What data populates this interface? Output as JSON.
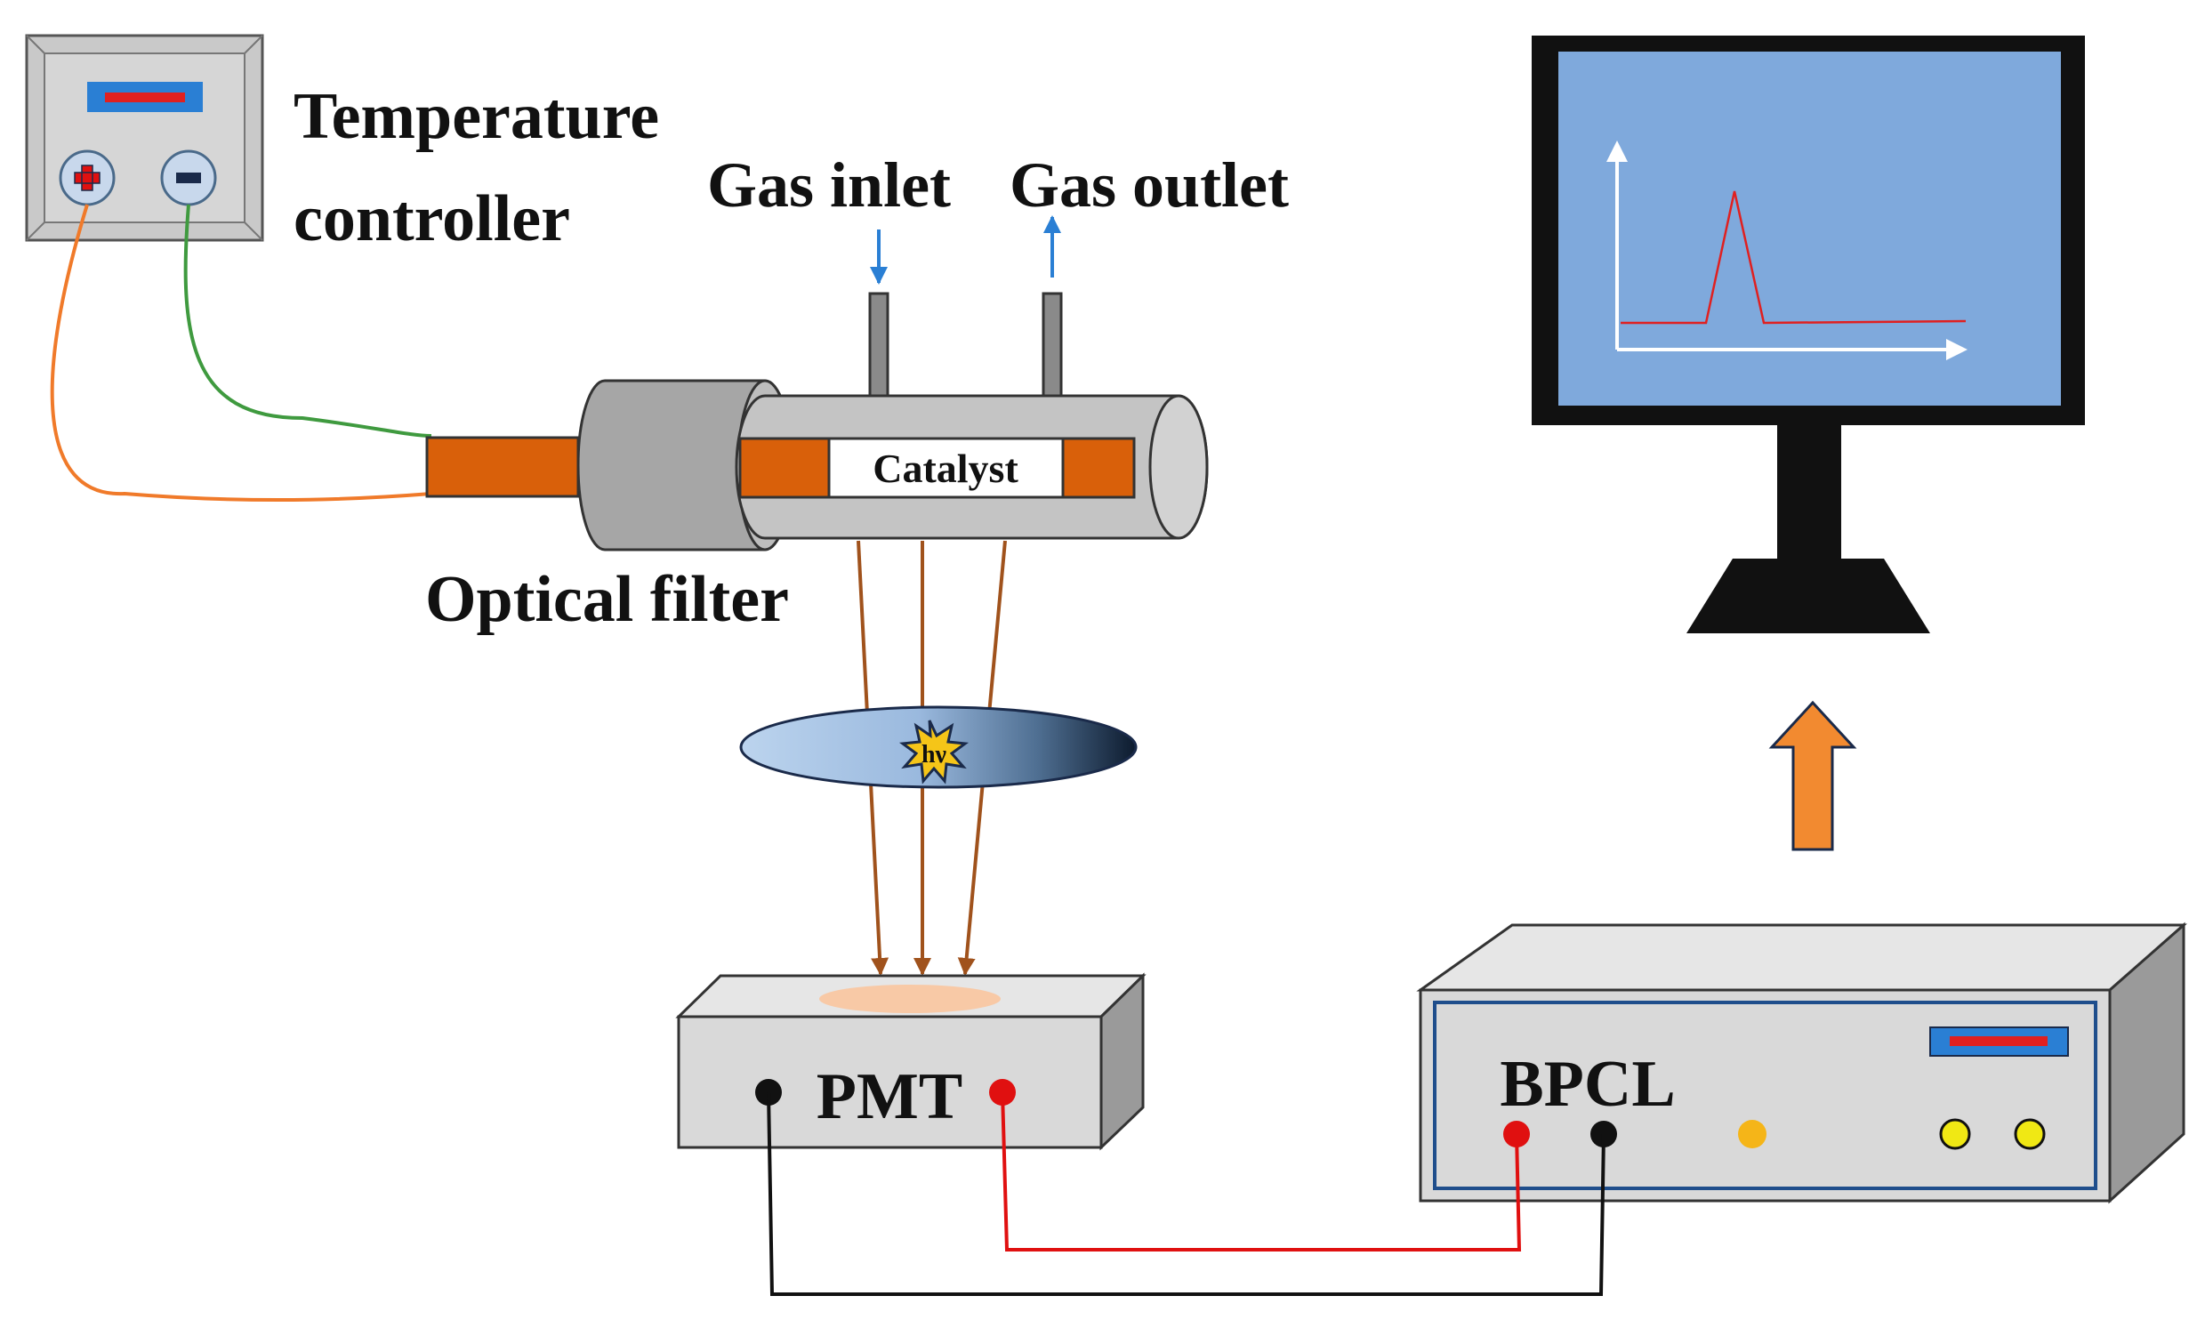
{
  "labels": {
    "temperature_controller_line1": "Temperature",
    "temperature_controller_line2": "controller",
    "gas_inlet": "Gas inlet",
    "gas_outlet": "Gas outlet",
    "catalyst": "Catalyst",
    "optical_filter": "Optical filter",
    "photon": "hν",
    "pmt": "PMT",
    "bpcl": "BPCL"
  },
  "colors": {
    "heater": "#d9600a",
    "wire_orange": "#f07a2a",
    "wire_green": "#3f9a3f",
    "wire_red": "#e01010",
    "wire_black": "#111111",
    "light_path": "#a0521c",
    "monitor_screen": "#7fa9dc",
    "spectrum_line": "#e02020",
    "arrow_up": "#f28a30",
    "device_body": "#d9d9d9",
    "gas_arrow": "#2a7fd4"
  },
  "icons": {
    "plus_terminal": "plus-icon",
    "minus_terminal": "minus-icon",
    "photon_burst": "starburst-icon"
  }
}
